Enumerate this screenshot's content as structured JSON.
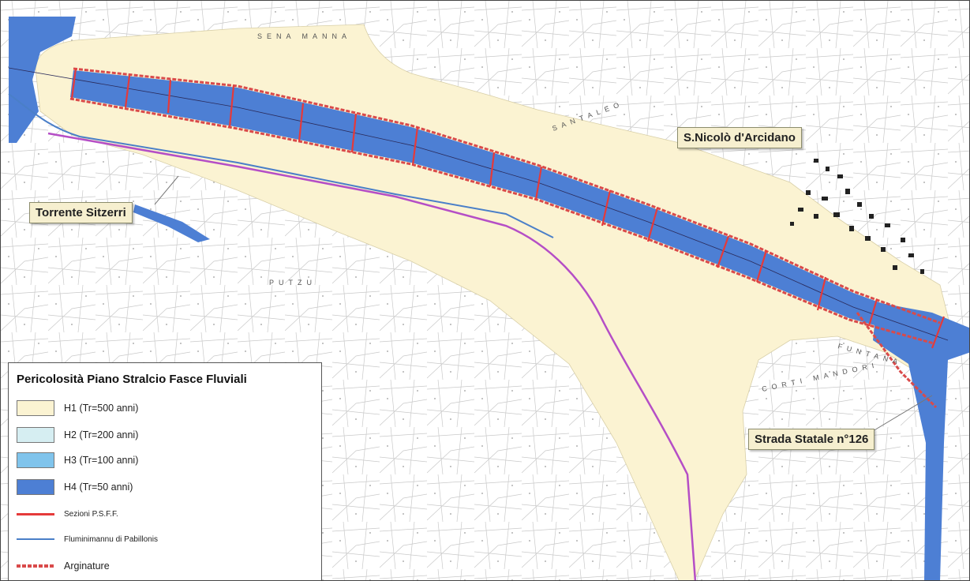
{
  "map": {
    "colors": {
      "h1": "#fbf3d2",
      "h2": "#d6eef2",
      "h3": "#80c4ec",
      "h4": "#4d7fd4",
      "sections": "#e53a3a",
      "river": "#4a7fc8",
      "embankment": "#d94a4a",
      "road": "#b54ec6"
    },
    "place_labels": {
      "sitzerri": "Torrente Sitzerri",
      "san_nicolo": "S.Nicolò d'Arcidano",
      "strada": "Strada Statale n°126"
    },
    "toponyms": {
      "sena_manna": "SENA MANNA",
      "putzu": "PUTZU",
      "santaleo": "SANTALEO",
      "funtana": "FUNTANA",
      "corti_mandori": "CORTI MANDORI"
    }
  },
  "legend": {
    "title": "Pericolosità Piano Stralcio Fasce Fluviali",
    "items": [
      {
        "label": "H1 (Tr=500 anni)"
      },
      {
        "label": "H2 (Tr=200 anni)"
      },
      {
        "label": "H3 (Tr=100 anni)"
      },
      {
        "label": "H4 (Tr=50 anni)"
      },
      {
        "label": "Sezioni P.S.F.F."
      },
      {
        "label": "Fluminimannu di Pabillonis"
      },
      {
        "label": "Arginature"
      }
    ]
  }
}
